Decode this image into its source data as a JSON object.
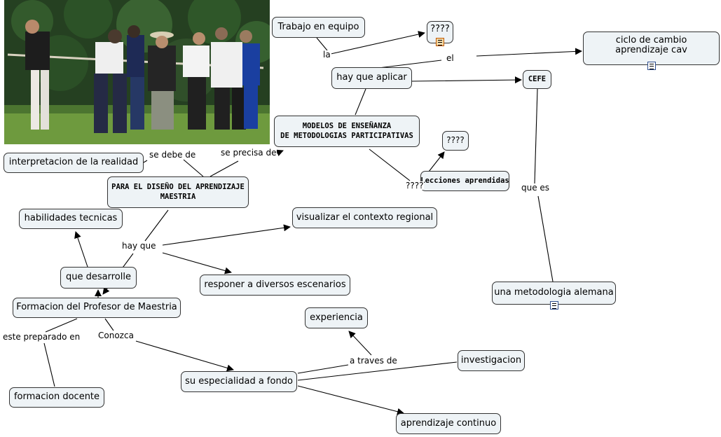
{
  "concept_map": {
    "nodes": {
      "trabajo_en_equipo": "Trabajo en equipo",
      "q_top": "????",
      "ciclo": "ciclo de cambio aprendizaje cav",
      "hay_que_aplicar": "hay que aplicar",
      "cefe": "CEFE",
      "modelos_line1": "MODELOS DE ENSEÑANZA",
      "modelos_line2": "DE METODOLOGIAS PARTICIPATIVAS",
      "q_mid": "????",
      "lecciones": "Lecciones aprendidas",
      "interpretacion": "interpretacion de la realidad",
      "diseno_line1": "PARA EL DISEÑO DEL APRENDIZAJE",
      "diseno_line2": "MAESTRIA",
      "habilidades": "habilidades tecnicas",
      "visualizar": "visualizar el contexto regional",
      "que_desarrolle": "que desarrolle",
      "responer": "responer  a diversos escenarios",
      "formacion_profesor": "Formacion del Profesor de Maestria",
      "metodologia_alemana": "una metodologia alemana",
      "experiencia": "experiencia",
      "investigacion": "investigacion",
      "especialidad": "su especialidad a fondo",
      "formacion_docente": "formacion docente",
      "aprendizaje_continuo": "aprendizaje continuo"
    },
    "links": {
      "la": "la",
      "el": "el",
      "se_debe_de": "se debe de",
      "se_precisa_de": "se precisa de",
      "q_link": "????",
      "que_es": "que es",
      "hay_que": "hay  que",
      "este_preparado": "este preparado  en",
      "conozca": "Conozca",
      "a_traves_de": "a traves de"
    }
  },
  "colors": {
    "node_fill": "#eef3f6",
    "node_border": "#333333",
    "line": "#000000",
    "background": "#ffffff"
  },
  "icons": [
    "resource-document-icon",
    "resource-document-icon",
    "resource-document-icon",
    "resource-document-icon"
  ]
}
